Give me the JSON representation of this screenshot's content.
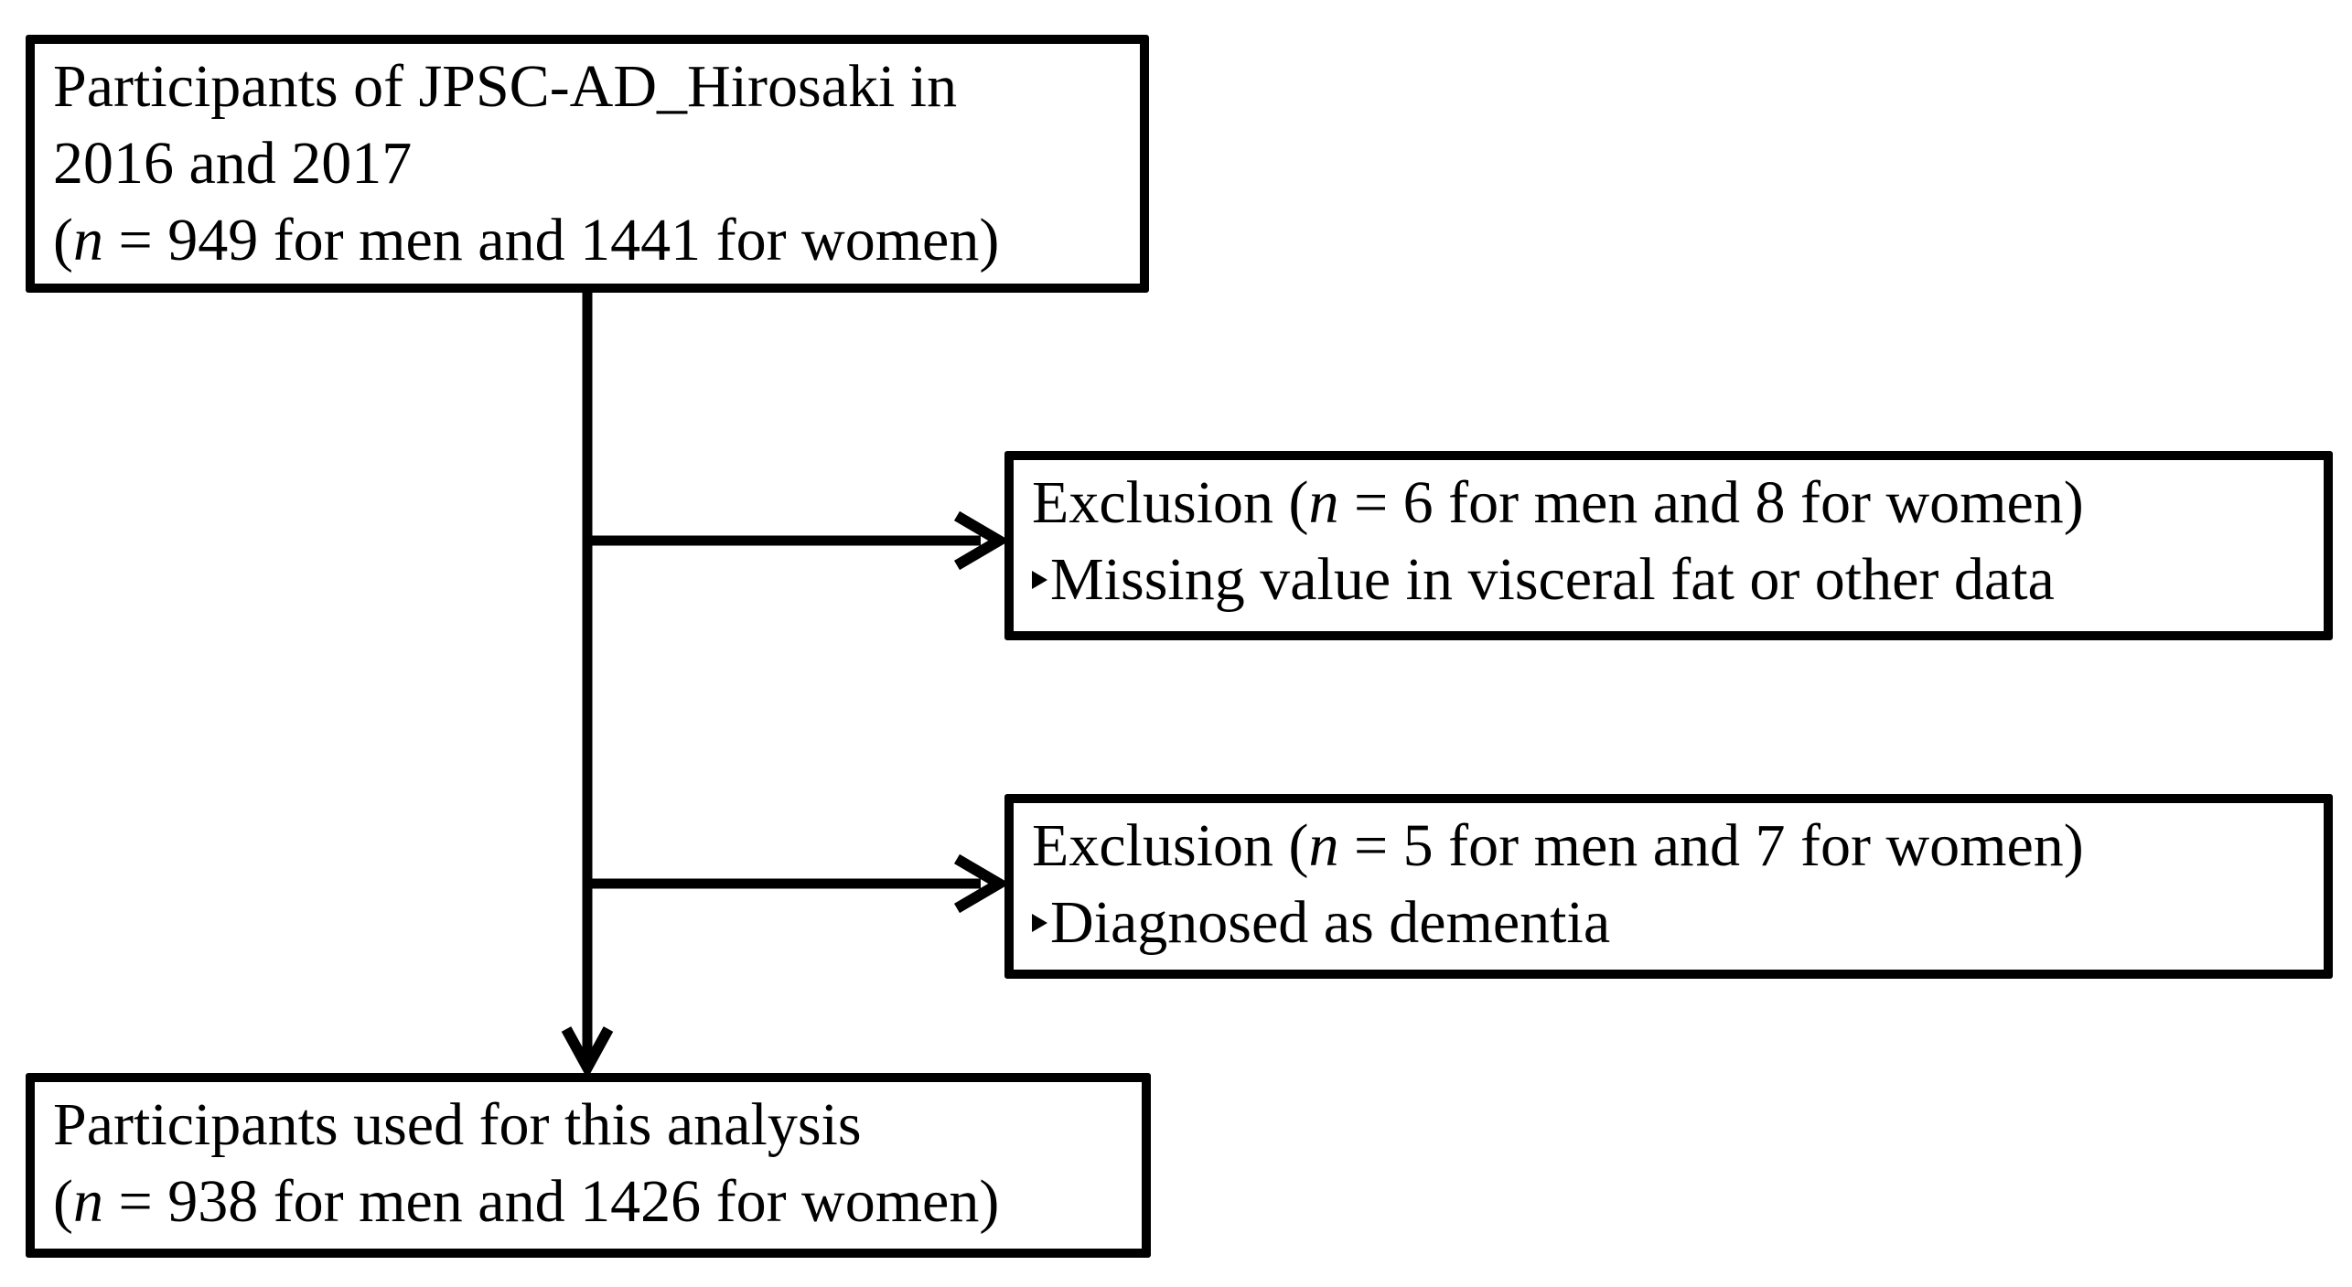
{
  "colors": {
    "ink": "#000000",
    "background": "#ffffff"
  },
  "boxes": {
    "top": {
      "line1": "Participants of JPSC-AD_Hirosaki in",
      "line2": "2016 and 2017",
      "count_prefix": "(",
      "count_var": "n",
      "count_rest": " = 949 for men and 1441 for women)"
    },
    "exclusion1": {
      "head_prefix": "Exclusion (",
      "head_var": "n",
      "head_rest": " = 6 for men and 8 for women)",
      "bullet_text": "Missing value in visceral fat or other data"
    },
    "exclusion2": {
      "head_prefix": "Exclusion (",
      "head_var": "n",
      "head_rest": " = 5 for men and 7 for women)",
      "bullet_text": "Diagnosed as dementia"
    },
    "bottom": {
      "line1": "Participants used for this analysis",
      "count_prefix": "(",
      "count_var": "n",
      "count_rest": " = 938 for men and 1426 for women)"
    }
  }
}
